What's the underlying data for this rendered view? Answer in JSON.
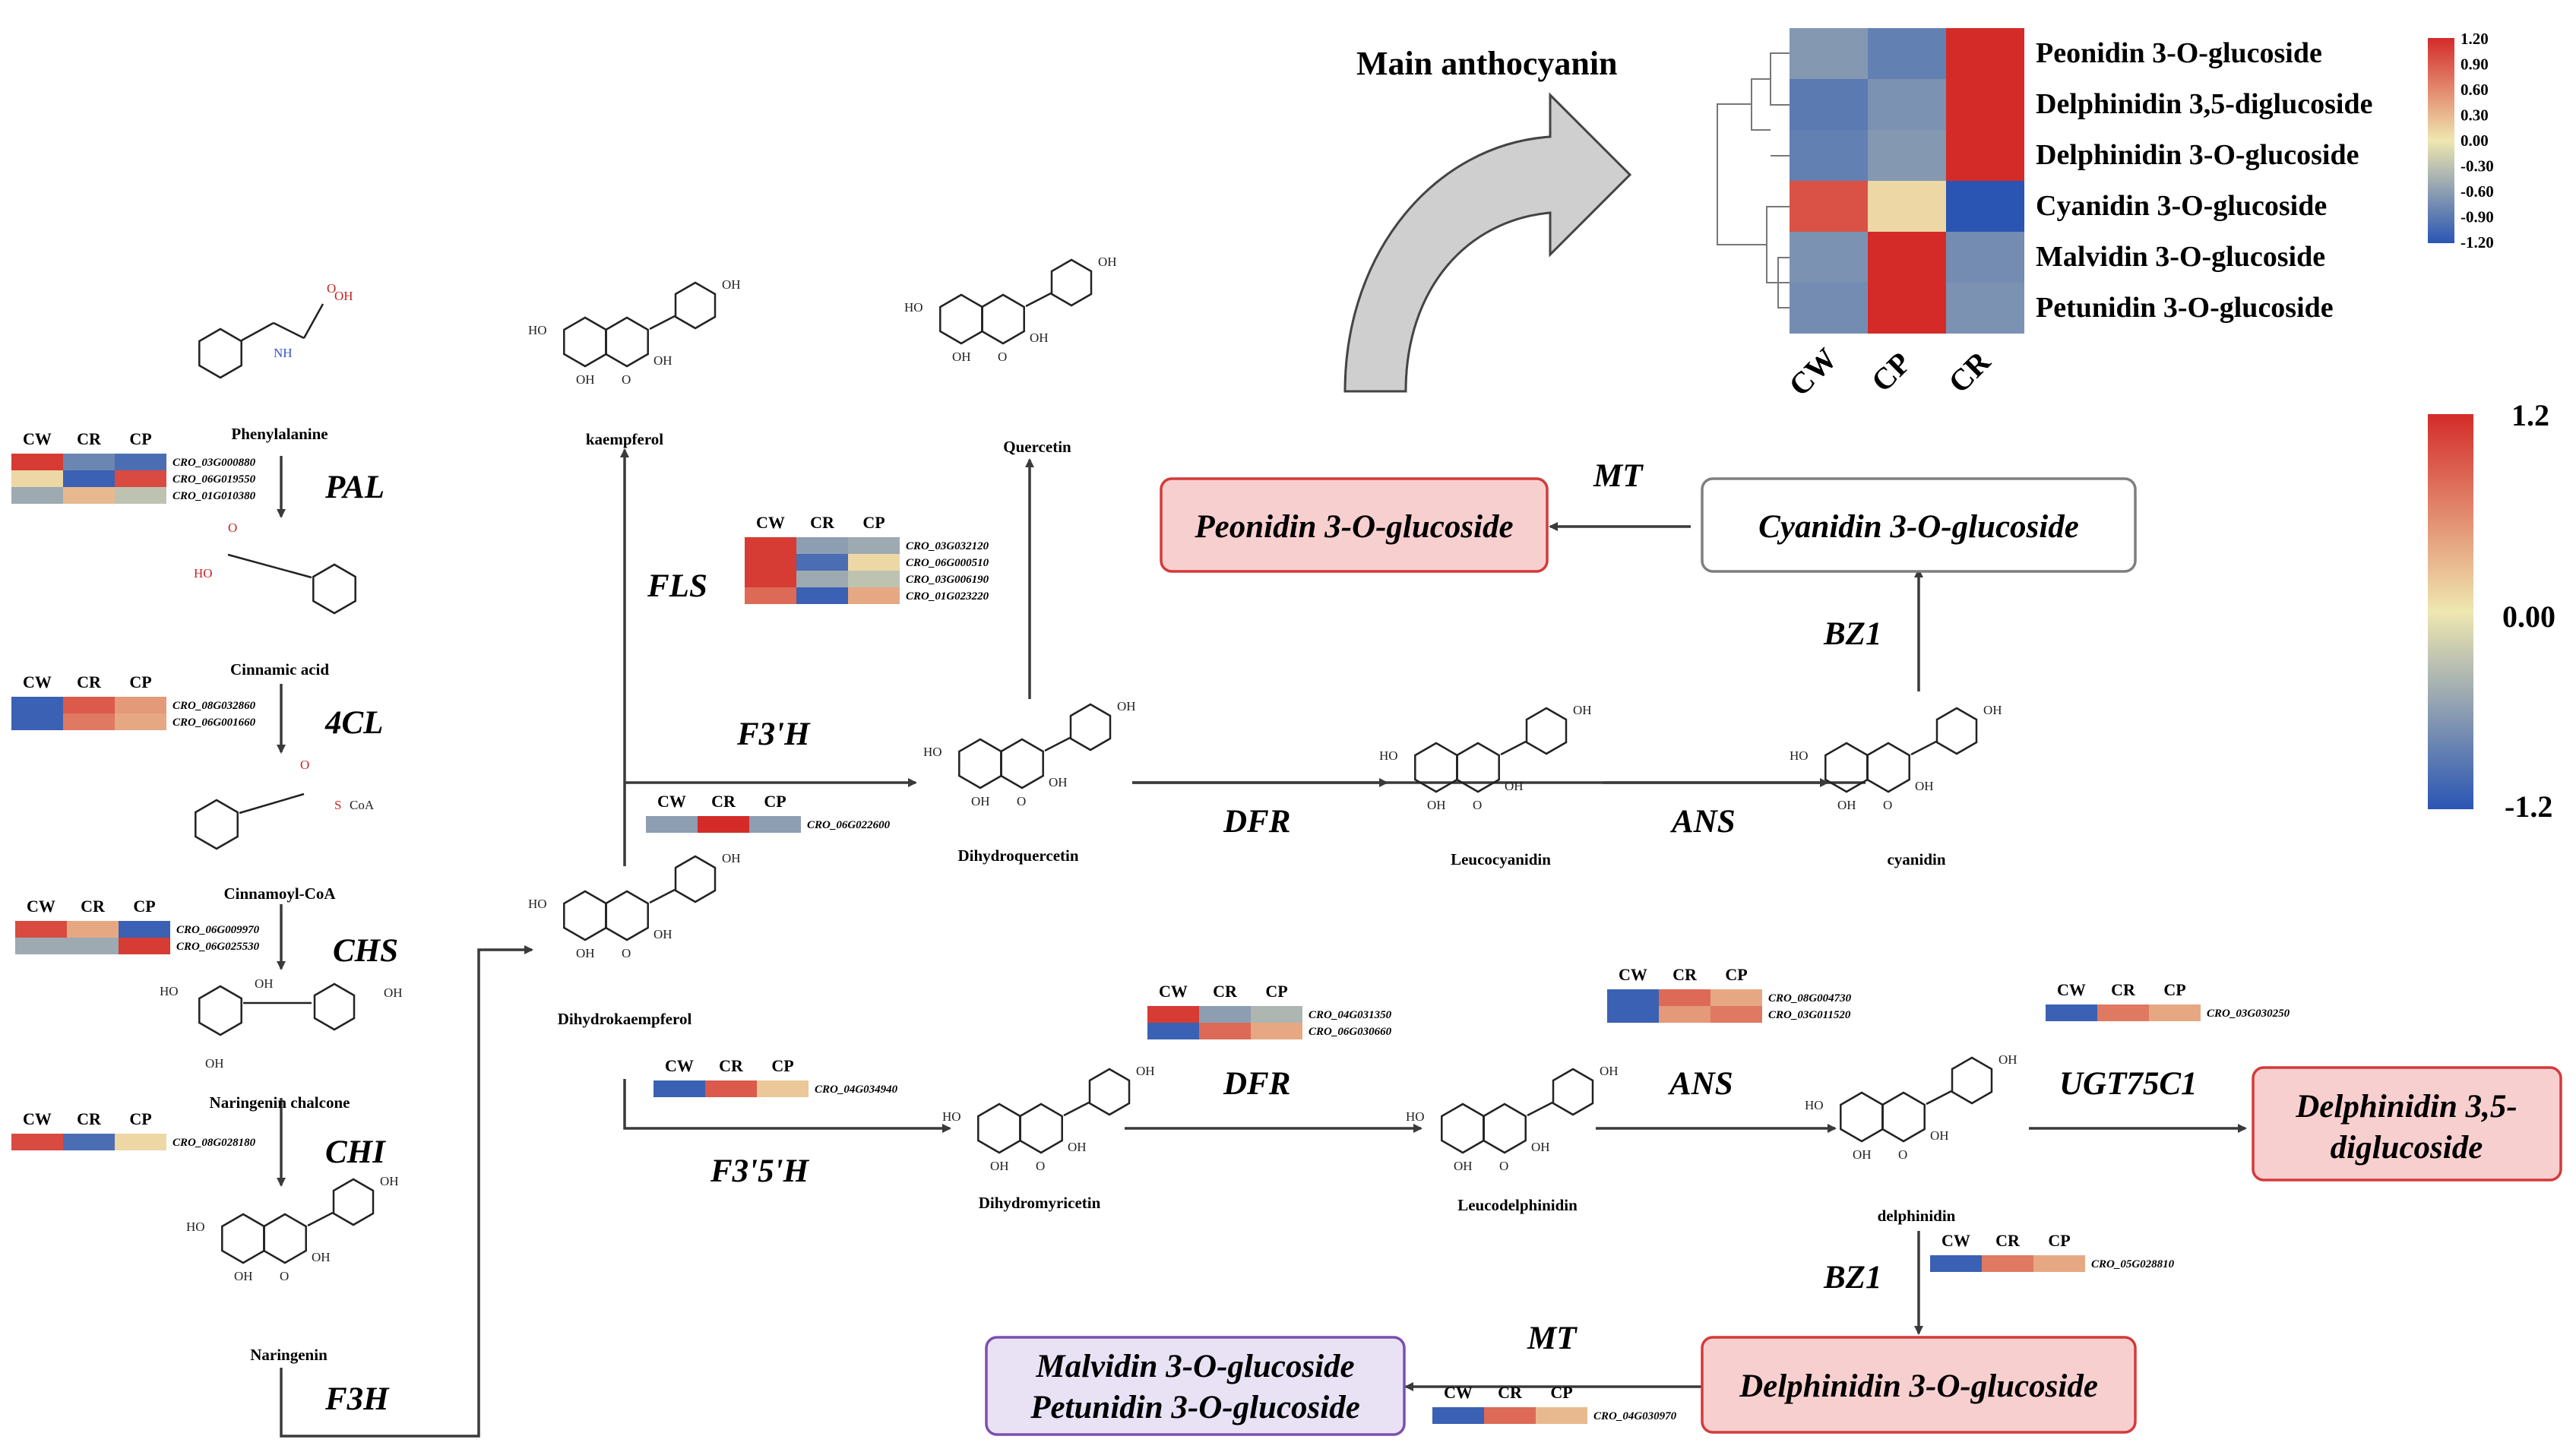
{
  "title": "Main anthocyanin",
  "colors": {
    "high": "#d42b29",
    "low": "#2a55b3",
    "mid": "#efe7b0",
    "arrow": "#cfcfcf",
    "pink": "#f8cfcf",
    "box_red": "#d43a3a",
    "box_purple": "#7b4fb0",
    "box_gray": "#7f7f7f"
  },
  "scale_small": {
    "labels": [
      "1.20",
      "0.90",
      "0.60",
      "0.30",
      "0.00",
      "-0.30",
      "-0.60",
      "-0.90",
      "-1.20"
    ]
  },
  "scale_big": {
    "labels": [
      "1.2",
      "0.00",
      "-1.2"
    ]
  },
  "anthocyanin_heatmap": {
    "rows": [
      "Peonidin 3-O-glucoside",
      "Delphinidin 3,5-diglucoside",
      "Delphinidin 3-O-glucoside",
      "Cyanidin 3-O-glucoside",
      "Malvidin 3-O-glucoside",
      "Petunidin 3-O-glucoside"
    ],
    "cols": [
      "CW",
      "CP",
      "CR"
    ],
    "values": [
      [
        -0.65,
        -0.85,
        1.2
      ],
      [
        -0.9,
        -0.7,
        1.2
      ],
      [
        -0.85,
        -0.65,
        1.2
      ],
      [
        0.95,
        0.1,
        -1.2
      ],
      [
        -0.7,
        1.2,
        -0.75
      ],
      [
        -0.75,
        1.2,
        -0.7
      ]
    ]
  },
  "compounds": [
    "Phenylalanine",
    "Cinnamic acid",
    "Cinnamoyl-CoA",
    "Naringenin chalcone",
    "Naringenin",
    "kaempferol",
    "Quercetin",
    "Dihydrokaempferol",
    "Dihydroquercetin",
    "Leucocyanidin",
    "cyanidin",
    "Dihydromyricetin",
    "Leucodelphinidin",
    "delphinidin"
  ],
  "enzymes": [
    "PAL",
    "4CL",
    "CHS",
    "CHI",
    "F3H",
    "FLS",
    "F3'H",
    "F3'5'H",
    "DFR",
    "ANS",
    "BZ1",
    "MT",
    "UGT75C1"
  ],
  "product_boxes": [
    "Peonidin 3-O-glucoside",
    "Cyanidin 3-O-glucoside",
    "Delphinidin 3,5-diglucoside",
    "Delphinidin 3-O-glucoside",
    "Malvidin 3-O-glucoside",
    "Petunidin 3-O-glucoside"
  ],
  "gene_heatmaps": [
    {
      "cols": [
        "CW",
        "CR",
        "CP"
      ],
      "genes": [
        "CRO_03G000880",
        "CRO_06G019550",
        "CRO_01G010380"
      ],
      "values": [
        [
          1.1,
          -0.8,
          -1.0
        ],
        [
          0.1,
          -1.1,
          1.0
        ],
        [
          -0.5,
          0.3,
          -0.3
        ]
      ]
    },
    {
      "cols": [
        "CW",
        "CR",
        "CP"
      ],
      "genes": [
        "CRO_08G032860",
        "CRO_06G001660"
      ],
      "values": [
        [
          -1.1,
          0.9,
          0.5
        ],
        [
          -1.1,
          0.7,
          0.4
        ]
      ]
    },
    {
      "cols": [
        "CW",
        "CR",
        "CP"
      ],
      "genes": [
        "CRO_06G009970",
        "CRO_06G025530"
      ],
      "values": [
        [
          1.0,
          0.4,
          -1.1
        ],
        [
          -0.5,
          -0.5,
          1.1
        ]
      ]
    },
    {
      "cols": [
        "CW",
        "CR",
        "CP"
      ],
      "genes": [
        "CRO_08G028180"
      ],
      "values": [
        [
          1.0,
          -1.0,
          0.1
        ]
      ]
    },
    {
      "cols": [
        "CW",
        "CR",
        "CP"
      ],
      "genes": [
        "CRO_03G032120",
        "CRO_06G000510",
        "CRO_03G006190",
        "CRO_01G023220"
      ],
      "values": [
        [
          1.1,
          -0.6,
          -0.5
        ],
        [
          1.1,
          -1.0,
          0.1
        ],
        [
          1.1,
          -0.5,
          -0.3
        ],
        [
          0.8,
          -1.1,
          0.4
        ]
      ]
    },
    {
      "cols": [
        "CW",
        "CR",
        "CP"
      ],
      "genes": [
        "CRO_06G022600"
      ],
      "values": [
        [
          -0.6,
          1.2,
          -0.6
        ]
      ]
    },
    {
      "cols": [
        "CW",
        "CR",
        "CP"
      ],
      "genes": [
        "CRO_04G034940"
      ],
      "values": [
        [
          -1.1,
          0.9,
          0.2
        ]
      ]
    },
    {
      "cols": [
        "CW",
        "CR",
        "CP"
      ],
      "genes": [
        "CRO_04G031350",
        "CRO_06G030660"
      ],
      "values": [
        [
          1.1,
          -0.6,
          -0.4
        ],
        [
          -1.1,
          0.8,
          0.4
        ]
      ]
    },
    {
      "cols": [
        "CW",
        "CR",
        "CP"
      ],
      "genes": [
        "CRO_08G004730",
        "CRO_03G011520"
      ],
      "values": [
        [
          -1.1,
          0.8,
          0.4
        ],
        [
          -1.1,
          0.5,
          0.7
        ]
      ]
    },
    {
      "cols": [
        "CW",
        "CR",
        "CP"
      ],
      "genes": [
        "CRO_03G030250"
      ],
      "values": [
        [
          -1.1,
          0.7,
          0.4
        ]
      ]
    },
    {
      "cols": [
        "CW",
        "CR",
        "CP"
      ],
      "genes": [
        "CRO_05G028810"
      ],
      "values": [
        [
          -1.1,
          0.7,
          0.4
        ]
      ]
    },
    {
      "cols": [
        "CW",
        "CR",
        "CP"
      ],
      "genes": [
        "CRO_04G030970"
      ],
      "values": [
        [
          -1.1,
          0.8,
          0.3
        ]
      ]
    }
  ]
}
